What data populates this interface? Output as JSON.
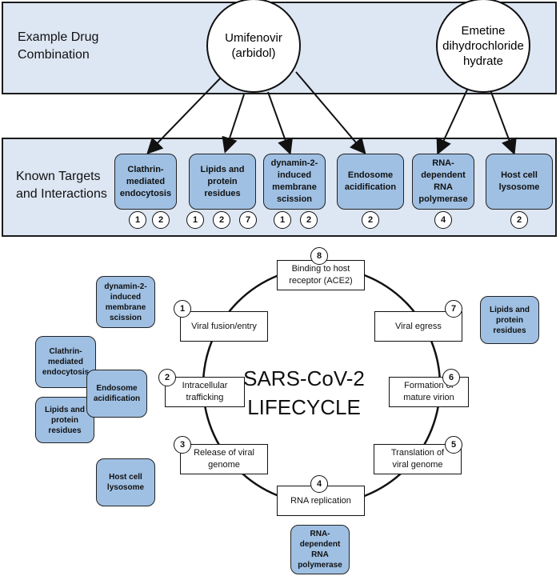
{
  "top_band": {
    "label": "Example Drug\nCombination"
  },
  "mid_band": {
    "label": "Known Targets\nand Interactions"
  },
  "drugs": [
    {
      "name": "Umifenovir\n(arbidol)"
    },
    {
      "name": "Emetine\ndihydrochloride\nhydrate"
    }
  ],
  "targets": [
    {
      "label": "Clathrin-\nmediated\nendocytosis",
      "steps": [
        "1",
        "2"
      ]
    },
    {
      "label": "Lipids and\nprotein\nresidues",
      "steps": [
        "1",
        "2",
        "7"
      ]
    },
    {
      "label": "dynamin-2-\ninduced\nmembrane\nscission",
      "steps": [
        "1",
        "2"
      ]
    },
    {
      "label": "Endosome\nacidification",
      "steps": [
        "2"
      ]
    },
    {
      "label": "RNA-\ndependent\nRNA\npolymerase",
      "steps": [
        "4"
      ]
    },
    {
      "label": "Host cell\nlysosome",
      "steps": [
        "2"
      ]
    }
  ],
  "lifecycle": {
    "title": "SARS-CoV-2\nLIFECYCLE",
    "steps": [
      {
        "num": "8",
        "label": "Binding to host\nreceptor (ACE2)"
      },
      {
        "num": "7",
        "label": "Viral egress"
      },
      {
        "num": "6",
        "label": "Formation of\nmature virion"
      },
      {
        "num": "5",
        "label": "Translation of\nviral genome"
      },
      {
        "num": "4",
        "label": "RNA replication"
      },
      {
        "num": "3",
        "label": "Release of viral\ngenome"
      },
      {
        "num": "2",
        "label": "Intracellular\ntrafficking"
      },
      {
        "num": "1",
        "label": "Viral fusion/entry"
      }
    ]
  },
  "side_targets": [
    {
      "label": "dynamin-2-\ninduced\nmembrane\nscission"
    },
    {
      "label": "Clathrin-\nmediated\nendocytosis"
    },
    {
      "label": "Endosome\nacidification"
    },
    {
      "label": "Lipids and\nprotein\nresidues"
    },
    {
      "label": "Host cell\nlysosome"
    },
    {
      "label": "Lipids and\nprotein\nresidues"
    },
    {
      "label": "RNA-\ndependent\nRNA\npolymerase"
    }
  ],
  "colors": {
    "band_fill": "#dde6f3",
    "target_fill": "#9fc0e3",
    "stroke": "#111111"
  }
}
